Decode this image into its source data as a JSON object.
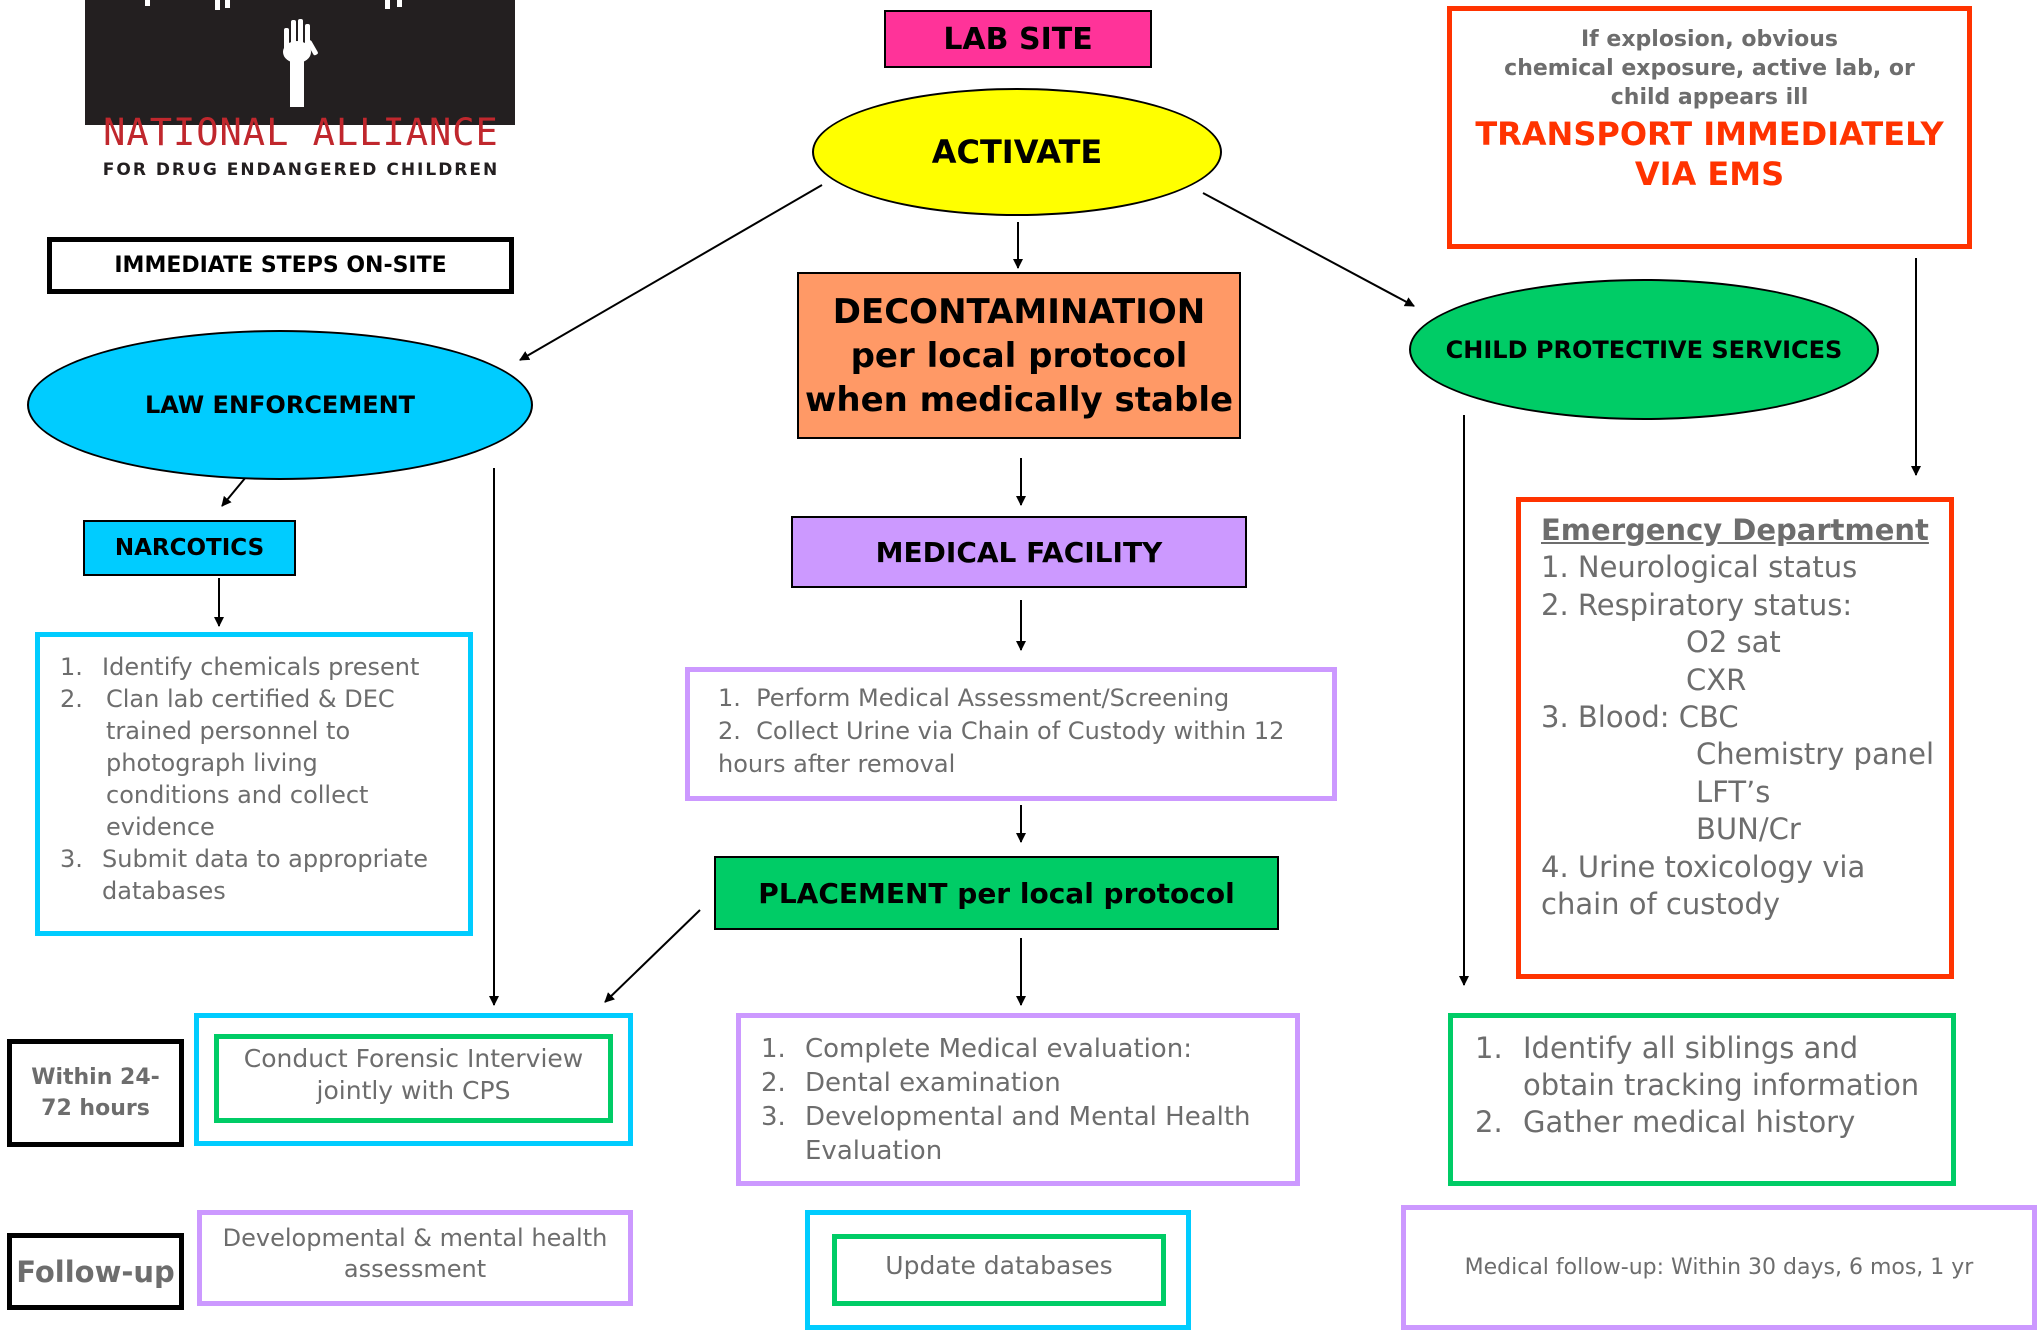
{
  "logo": {
    "name_line1": "NATIONAL ALLIANCE",
    "name_line2": "FOR DRUG ENDANGERED CHILDREN"
  },
  "header": {
    "lab_site": "LAB SITE",
    "activate": "ACTIVATE",
    "immediate_steps": "IMMEDIATE STEPS ON-SITE"
  },
  "alert": {
    "condition_line1": "If explosion, obvious",
    "condition_line2": "chemical exposure, active lab, or",
    "condition_line3": "child appears ill",
    "action_line1": "TRANSPORT IMMEDIATELY",
    "action_line2": "VIA EMS"
  },
  "law": {
    "title": "LAW ENFORCEMENT",
    "narcotics": "NARCOTICS",
    "steps": [
      {
        "num": "1.",
        "text": "Identify chemicals present"
      },
      {
        "num": "2.",
        "text": "Clan lab certified & DEC trained personnel to photograph living conditions and collect evidence"
      },
      {
        "num": "3.",
        "text": "Submit data to appropriate databases"
      }
    ]
  },
  "decon": {
    "line1": "DECONTAMINATION",
    "line2": "per local protocol",
    "line3": "when medically stable"
  },
  "medical": {
    "title": "MEDICAL FACILITY",
    "steps": [
      {
        "num": "1.",
        "text": "Perform Medical Assessment/Screening"
      },
      {
        "num": "2.",
        "text": "Collect Urine via Chain of Custody within 12 hours after removal"
      }
    ]
  },
  "placement": {
    "title": "PLACEMENT per local protocol"
  },
  "cps": {
    "title": "CHILD PROTECTIVE SERVICES",
    "steps": [
      {
        "num": "1.",
        "text": "Identify all siblings and obtain tracking information"
      },
      {
        "num": "2.",
        "text": "Gather medical history"
      }
    ]
  },
  "ed": {
    "title": "Emergency Department",
    "lines": [
      "1. Neurological status",
      "2. Respiratory status:",
      "O2 sat",
      "CXR",
      "3.  Blood: CBC",
      "Chemistry panel",
      "LFT’s",
      "BUN/Cr",
      "4.  Urine toxicology via",
      "chain of custody"
    ]
  },
  "timeline": {
    "within_label_line1": "Within 24-",
    "within_label_line2": "72 hours",
    "follow_up_label": "Follow-up",
    "forensic_line1": "Conduct Forensic Interview",
    "forensic_line2": "jointly with CPS",
    "evaluation_steps": [
      {
        "num": "1.",
        "text": "Complete Medical evaluation:"
      },
      {
        "num": "2.",
        "text": "Dental examination"
      },
      {
        "num": "3.",
        "text": "Developmental and Mental Health Evaluation"
      }
    ],
    "dev_assessment_line1": "Developmental & mental health",
    "dev_assessment_line2": "assessment",
    "update_databases": "Update databases",
    "medical_follow_up": "Medical follow-up: Within  30 days, 6 mos, 1 yr"
  },
  "colors": {
    "magenta": "#ff3399",
    "yellow": "#ffff00",
    "cyan": "#00ccff",
    "green": "#00cc66",
    "orange": "#ff9966",
    "purple": "#cc99ff",
    "red_border": "#ff3300",
    "alert_red": "#ff3300",
    "text_gray": "#6d6d6d"
  }
}
